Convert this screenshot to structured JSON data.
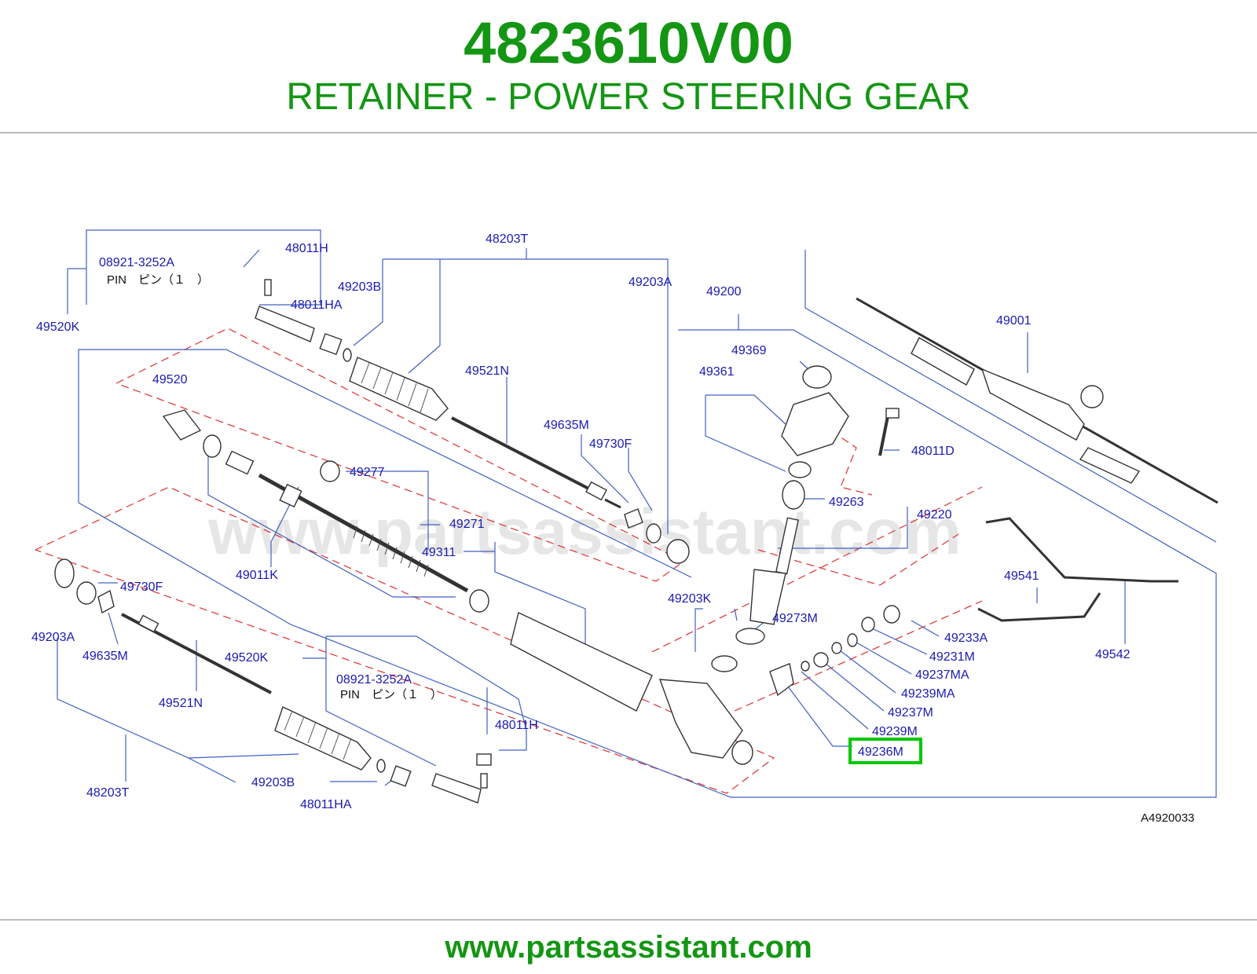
{
  "header": {
    "part_number": "4823610V00",
    "part_name": "RETAINER - POWER STEERING GEAR"
  },
  "diagram": {
    "watermark": "www.partsassistant.com",
    "ref_code": "A4920033",
    "highlighted_label": "49236M",
    "highlight_color": "#00c800",
    "pin_note": {
      "code": "08921-3252A",
      "text": "PIN　ピン（１　）"
    },
    "labels": [
      "48011H",
      "08921-3252A",
      "49520K",
      "48011HA",
      "48203T",
      "49203B",
      "49203A",
      "49200",
      "49001",
      "49369",
      "49361",
      "49520",
      "49521N",
      "49635M",
      "49730F",
      "48011D",
      "49277",
      "49263",
      "49220",
      "49271",
      "49311",
      "49011K",
      "49541",
      "49730F",
      "49203A",
      "49635M",
      "49203K",
      "49273M",
      "49233A",
      "49231M",
      "49237MA",
      "49239MA",
      "49542",
      "49520K",
      "08921-3252A",
      "49521N",
      "49237M",
      "49239M",
      "48011H",
      "48203T",
      "49203B",
      "48011HA",
      "49236M"
    ]
  },
  "colors": {
    "title_green": "#149614",
    "label_blue": "#1a1ab4",
    "leader_blue": "#4060c0",
    "dashed_red": "#e03030"
  },
  "footer": {
    "url": "www.partsassistant.com"
  }
}
